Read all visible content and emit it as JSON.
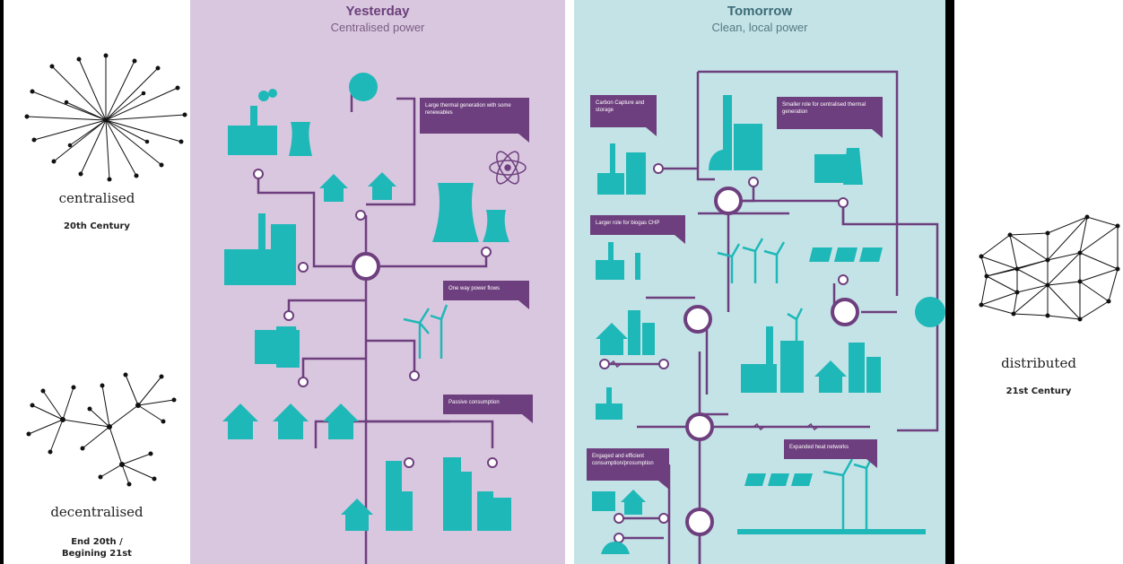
{
  "network_types": {
    "centralised": {
      "label": "centralised",
      "era": "20th Century"
    },
    "decentralised": {
      "label": "decentralised",
      "era_line1": "End 20th /",
      "era_line2": "Begining 21st"
    },
    "distributed": {
      "label": "distributed",
      "era": "21st Century"
    }
  },
  "yesterday": {
    "title": "Yesterday",
    "subtitle": "Centralised power",
    "callouts": {
      "thermal": "Large thermal generation with some renewables",
      "one_way": "One way power flows",
      "passive": "Passive consumption"
    }
  },
  "tomorrow": {
    "title": "Tomorrow",
    "subtitle": "Clean, local power",
    "callouts": {
      "carbon_capture": "Carbon Capture and storage",
      "smaller_role": "Smaller role for centralised thermal generation",
      "biogas": "Larger role for biogas CHP",
      "engaged": "Engaged and efficient consumption/prosumption",
      "heat_networks": "Expanded heat networks"
    }
  },
  "colors": {
    "yesterday_bg": "#d9c7df",
    "tomorrow_bg": "#c4e3e7",
    "line_purple": "#6e3f7e",
    "icon_teal": "#1fb8b8"
  }
}
